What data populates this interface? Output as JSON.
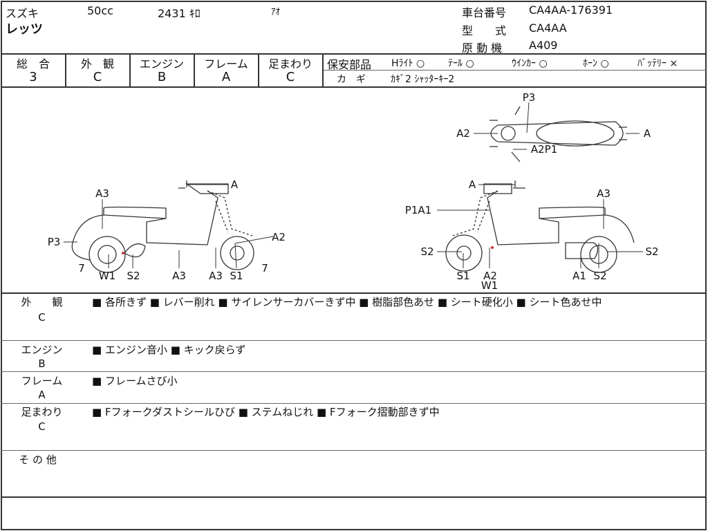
{
  "header": {
    "maker": "スズキ",
    "displacement": "50cc",
    "mileage": "2431 ｷﾛ",
    "color": "ｱｵ",
    "model_name": "レッツ",
    "frame_no_label": "車台番号",
    "frame_no": "CA4AA-176391",
    "type_label": "型　　式",
    "type": "CA4AA",
    "engine_label": "原 動 機",
    "engine": "A409"
  },
  "scores": [
    {
      "label": "総　合",
      "value": "3"
    },
    {
      "label": "外　観",
      "value": "C"
    },
    {
      "label": "エンジン",
      "value": "B"
    },
    {
      "label": "フレーム",
      "value": "A"
    },
    {
      "label": "足まわり",
      "value": "C"
    }
  ],
  "safety": {
    "label": "保安部品",
    "items": [
      "Hﾗｲﾄ ○",
      "ﾃｰﾙ ○",
      "ｳｲﾝｶｰ ○",
      "ﾎｰﾝ ○",
      "ﾊﾞｯﾃﾘｰ ×"
    ],
    "key_label": "カ　ギ",
    "key_value": "ｶｷﾞ2 ｼｬｯﾀｰｷｰ2"
  },
  "diagram_labels": [
    "P3",
    "A2",
    "A",
    "A2P1",
    "A3",
    "A",
    "A2",
    "P3",
    "7",
    "7",
    "W1",
    "S2",
    "A3",
    "A3",
    "S1",
    "A",
    "A3",
    "P1A1",
    "S2",
    "S2",
    "S1",
    "A2",
    "W1",
    "A1",
    "S2"
  ],
  "comments": [
    {
      "title": "外　　観",
      "grade": "C",
      "text": "■ 各所きず ■ レバー削れ ■ サイレンサーカバーきず中 ■ 樹脂部色あせ ■ シート硬化小 ■ シート色あせ中"
    },
    {
      "title": "エンジン",
      "grade": "B",
      "text": "■ エンジン音小 ■ キック戻らず"
    },
    {
      "title": "フレーム",
      "grade": "A",
      "text": "■ フレームさび小"
    },
    {
      "title": "足まわり",
      "grade": "C",
      "text": "■ Fフォークダストシールひび ■ ステムねじれ ■ Fフォーク摺動部きず中"
    },
    {
      "title": "そ の 他",
      "grade": "",
      "text": ""
    }
  ]
}
